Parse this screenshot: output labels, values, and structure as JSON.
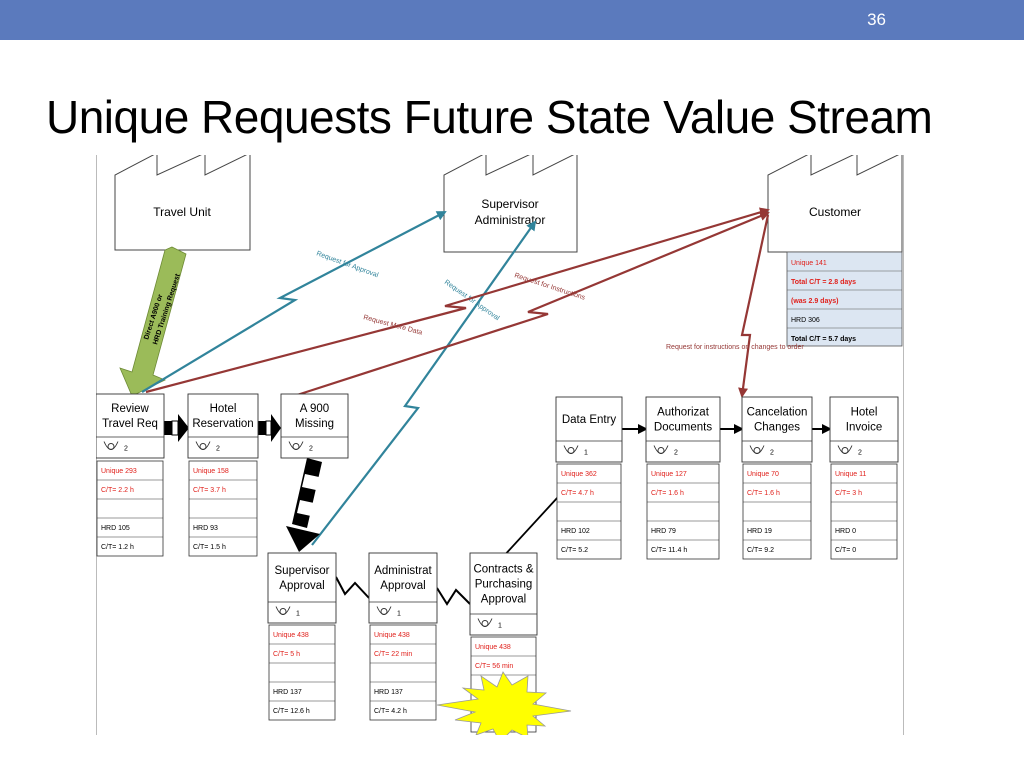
{
  "slide": {
    "number": "36",
    "title": "Unique Requests Future State Value Stream"
  },
  "entities": {
    "travel_unit": "Travel Unit",
    "supervisor_admin": [
      "Supervisor",
      "Administrator"
    ],
    "customer": "Customer"
  },
  "customer_data": [
    "Unique  141",
    "Total C/T = 2.8 days",
    "(was 2.9 days)",
    "HRD 306",
    "Total C/T = 5.7 days"
  ],
  "arrow_labels": {
    "direct_a900": [
      "Direct A900 or",
      "HRD Training Request"
    ],
    "request_approval_1": "Request for Approval",
    "request_approval_2": "Request for Approval",
    "request_instructions": "Request for Instructions",
    "request_more_data": "Request More Data",
    "request_instructions_changes": "Request for instructions on changes to order"
  },
  "processes": [
    {
      "id": "review",
      "title": [
        "Review",
        "Travel Req"
      ],
      "operators": "2",
      "unique": "Unique 293",
      "ct": "C/T= 2.2 h",
      "hrd": "HRD 105",
      "total": "C/T= 1.2 h"
    },
    {
      "id": "hotel",
      "title": [
        "Hotel",
        "Reservation"
      ],
      "operators": "2",
      "unique": "Unique  158",
      "ct": "C/T= 3.7 h",
      "hrd": "HRD 93",
      "total": "C/T= 1.5 h"
    },
    {
      "id": "a900",
      "title": [
        "A 900",
        "Missing"
      ],
      "operators": "2"
    },
    {
      "id": "supervisor",
      "title": [
        "Supervisor",
        "Approval"
      ],
      "operators": "1",
      "unique": "Unique  438",
      "ct": "C/T= 5 h",
      "hrd": "HRD 137",
      "total": "C/T= 12.6 h"
    },
    {
      "id": "admin",
      "title": [
        "Administrat",
        "Approval"
      ],
      "operators": "1",
      "unique": "Unique  438",
      "ct": "C/T= 22 min",
      "hrd": "HRD 137",
      "total": "C/T= 4.2 h"
    },
    {
      "id": "contracts",
      "title": [
        "Contracts &",
        "Purchasing",
        "Approval"
      ],
      "operators": "1",
      "unique": "Unique  438",
      "ct": "C/T= 56 min"
    },
    {
      "id": "dataentry",
      "title": [
        "Data Entry"
      ],
      "operators": "1",
      "unique": "Unique  362",
      "ct": "C/T= 4.7 h",
      "hrd": "HRD 102",
      "total": "C/T= 5.2"
    },
    {
      "id": "authorize",
      "title": [
        "Authorizat",
        "Documents"
      ],
      "operators": "2",
      "unique": "Unique  127",
      "ct": "C/T= 1.6 h",
      "hrd": "HRD 79",
      "total": "C/T= 11.4 h"
    },
    {
      "id": "cancel",
      "title": [
        "Cancelation",
        "Changes"
      ],
      "operators": "2",
      "unique": "Unique  70",
      "ct": "C/T= 1.6 h",
      "hrd": "HRD 19",
      "total": "C/T= 9.2"
    },
    {
      "id": "invoice",
      "title": [
        "Hotel",
        "Invoice"
      ],
      "operators": "2",
      "unique": "Unique  11",
      "ct": "C/T= 3 h",
      "hrd": "HRD 0",
      "total": "C/T= 0"
    }
  ],
  "colors": {
    "bar": "#5b7abd",
    "teal": "#31849b",
    "maroon": "#953735",
    "green": "#9bbb59",
    "red": "#e0201b",
    "yellow": "#ffff00",
    "customer_fill": "#dce6f2"
  }
}
